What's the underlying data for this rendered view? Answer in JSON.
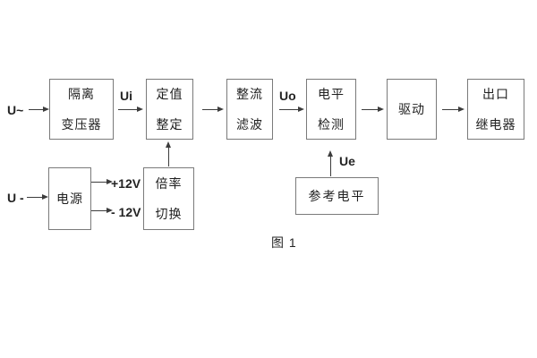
{
  "figure": {
    "caption": "图 1"
  },
  "colors": {
    "background": "#ffffff",
    "box_border": "#7a7a7a",
    "arrow": "#3c3c3c",
    "text": "#1f1f1f"
  },
  "inputs": {
    "ac_input": "U~",
    "dc_input": "U -"
  },
  "signals": {
    "ui": "Ui",
    "uo": "Uo",
    "ue": "Ue",
    "plus12": "+12V",
    "minus12": "- 12V"
  },
  "blocks": {
    "isolation_transformer": {
      "line1": "隔离",
      "line2": "变压器"
    },
    "setting_adjustment": {
      "line1": "定值",
      "line2": "整定"
    },
    "rectifier_filter": {
      "line1": "整流",
      "line2": "滤波"
    },
    "level_detection": {
      "line1": "电平",
      "line2": "检测"
    },
    "driver": {
      "line1": "驱动"
    },
    "output_relay": {
      "line1": "出口",
      "line2": "继电器"
    },
    "power_supply": {
      "line1": "电源"
    },
    "ratio_switching": {
      "line1": "倍率",
      "line2": "切换"
    },
    "reference_level": {
      "line1": "参考电平"
    }
  }
}
